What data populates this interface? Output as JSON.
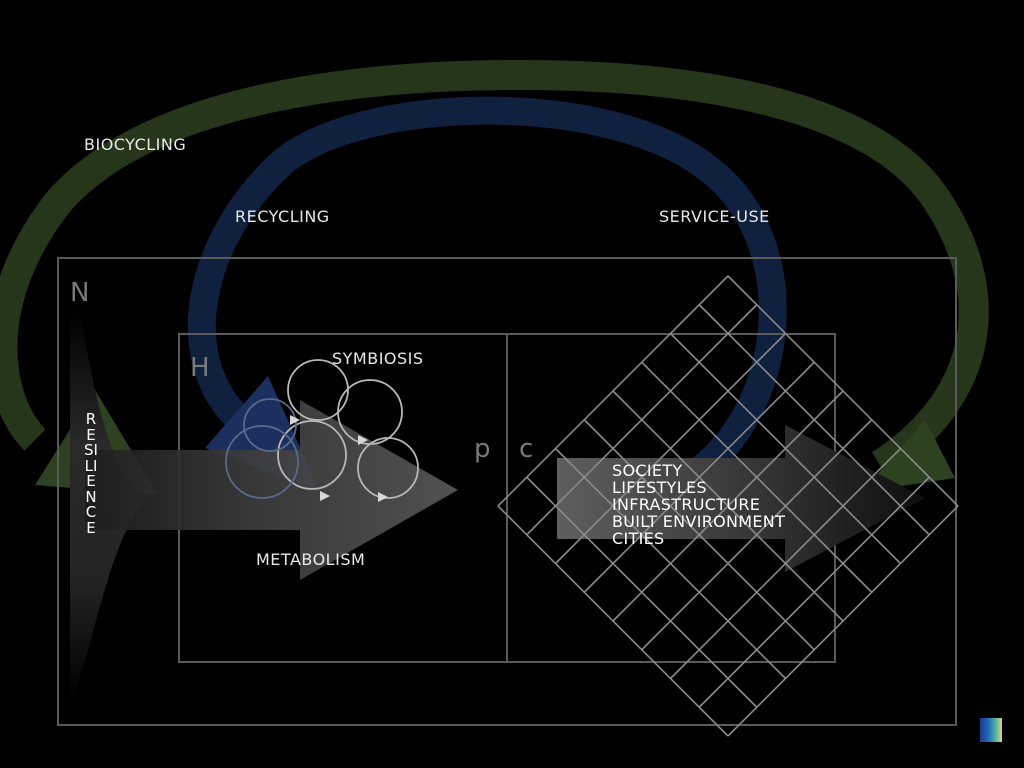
{
  "labels": {
    "biocycling": "BIOCYCLING",
    "recycling": "RECYCLING",
    "service_use": "SERVICE-USE",
    "symbiosis": "SYMBIOSIS",
    "metabolism": "METABOLISM",
    "resilience": "RESILIENCE",
    "frame_n": "N",
    "frame_h": "H",
    "letter_p": "p",
    "letter_c": "c"
  },
  "outcomes": [
    "SOCIETY",
    "LIFESTYLES",
    "INFRASTRUCTURE",
    "BUILT ENVIRONMENT",
    "CITIES"
  ],
  "colors": {
    "background": "#000000",
    "biocycling_loop": "#26361a",
    "recycling_loop": "#10203f",
    "frame_lines": "#5a5a5a",
    "grid_lines": "#8a8a8a",
    "label_text": "#e8e8e8",
    "frame_letters": "#7a7a7a"
  }
}
